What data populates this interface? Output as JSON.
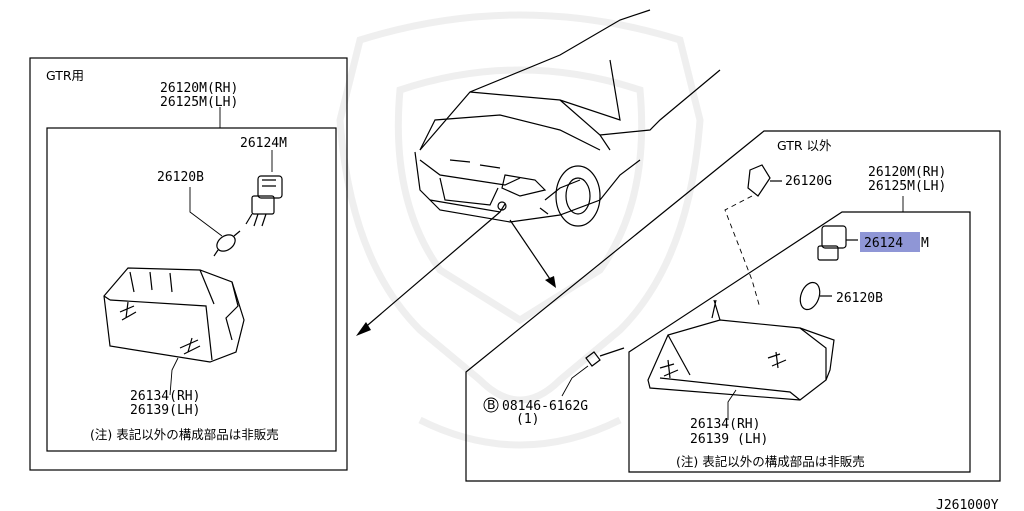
{
  "left_panel": {
    "title": "GTR用",
    "assy_rh": "26120M(RH)",
    "assy_lh": "26125M(LH)",
    "socket": "26124M",
    "bulb": "26120B",
    "lens_rh": "26134(RH)",
    "lens_lh": "26139(LH)",
    "note": "(注) 表記以外の構成部品は非販売"
  },
  "right_panel": {
    "title": "GTR 以外",
    "clip": "26120G",
    "assy_rh": "26120M(RH)",
    "assy_lh": "26125M(LH)",
    "socket_prefix": "26124",
    "socket_suffix": "M",
    "bulb": "26120B",
    "bolt_marker": "B",
    "bolt": "08146-6162G",
    "bolt_qty": "(1)",
    "lens_rh": "26134(RH)",
    "lens_lh": "26139 (LH)",
    "note": "(注) 表記以外の構成部品は非販売"
  },
  "diagram_code": "J261000Y",
  "colors": {
    "highlight": "#8f96d6",
    "line": "#000000",
    "watermark": "#f1f1f1"
  }
}
